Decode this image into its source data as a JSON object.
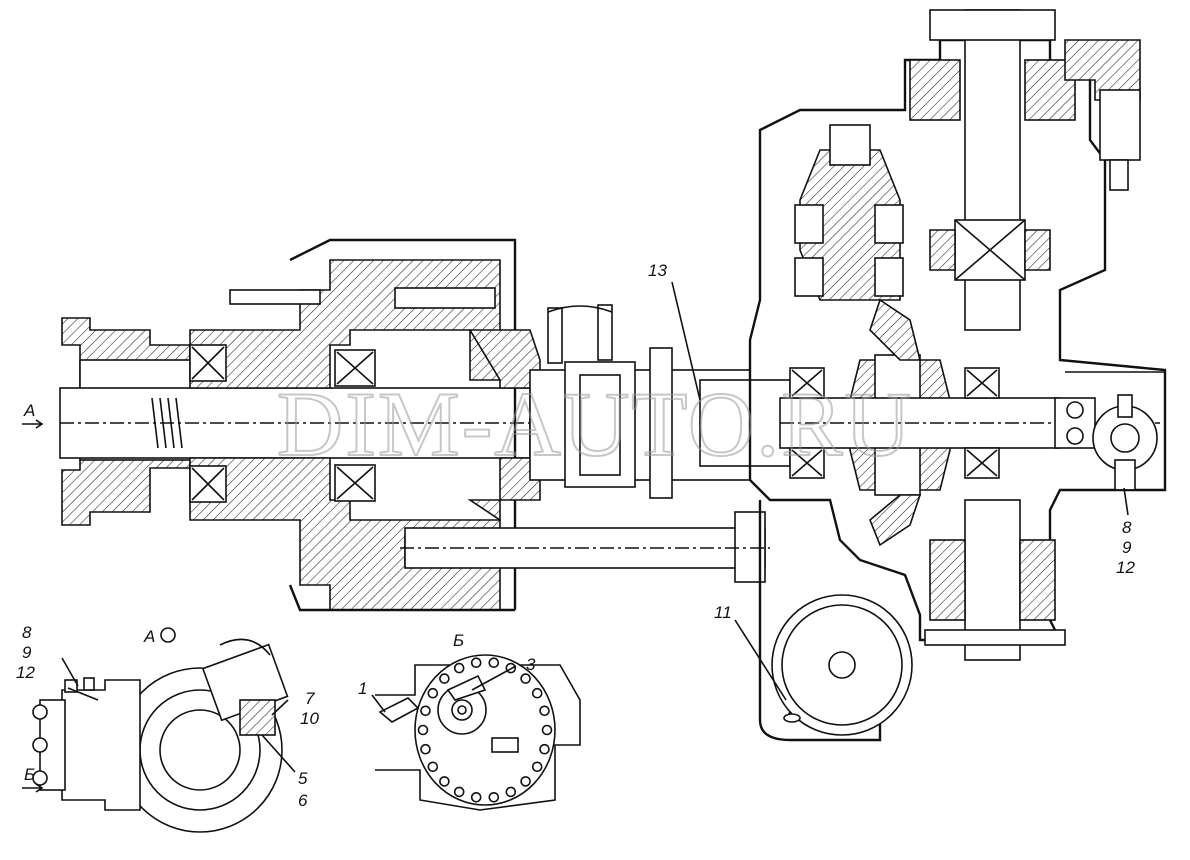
{
  "watermark": "DIM-AUTO.RU",
  "callouts": {
    "c13": "13",
    "c11": "11",
    "c8a": "8",
    "c9a": "9",
    "c12a": "12",
    "c8b": "8",
    "c9b": "9",
    "c12b": "12",
    "c7": "7",
    "c10": "10",
    "c5": "5",
    "c6": "6",
    "c1": "1",
    "c3": "3"
  },
  "views": {
    "arrow_a": "А",
    "arrow_b": "Б",
    "view_a": "А",
    "view_b": "Б"
  },
  "colors": {
    "line": "#111111",
    "watermark": "#9a9a9a",
    "background": "#ffffff"
  }
}
